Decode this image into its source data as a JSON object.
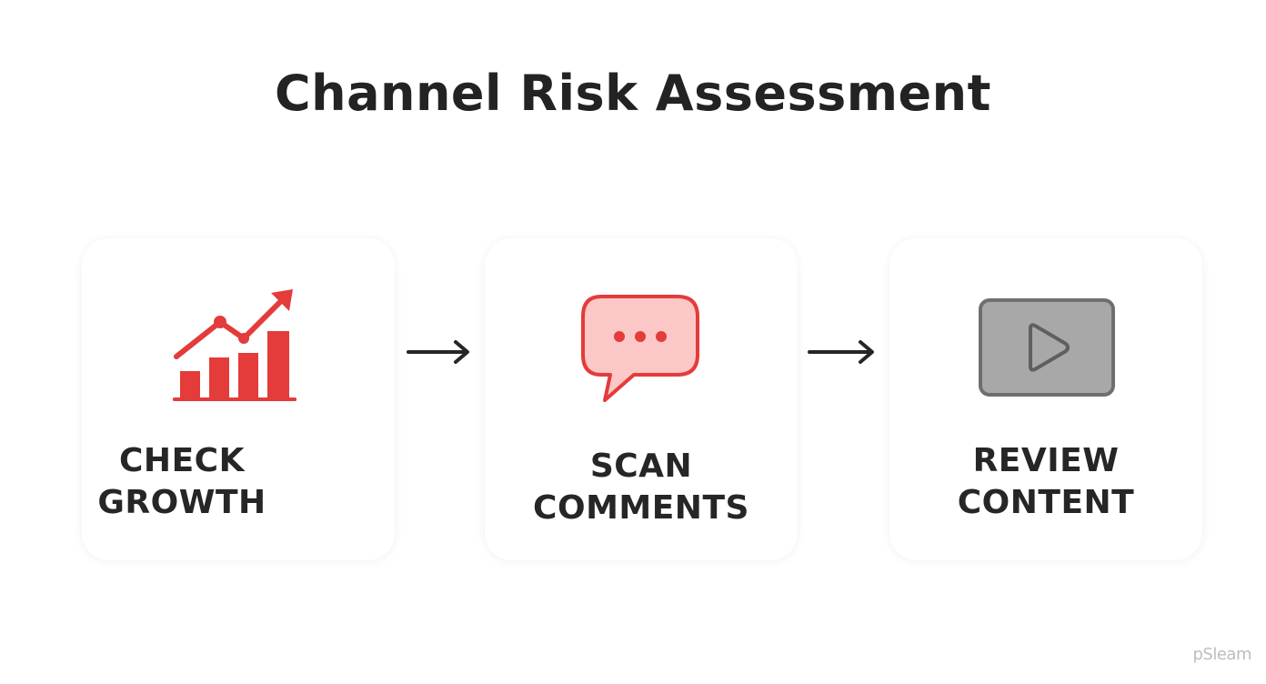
{
  "title": "Channel Risk Assessment",
  "steps": [
    {
      "label_line1": "CHECK",
      "label_line2": "GROWTH",
      "icon": "growth-chart-icon"
    },
    {
      "label_line1": "SCAN",
      "label_line2": "COMMENTS",
      "icon": "chat-bubble-icon"
    },
    {
      "label_line1": "REVIEW",
      "label_line2": "CONTENT",
      "icon": "play-video-icon"
    }
  ],
  "watermark": "pSleam",
  "colors": {
    "accent_red": "#e43b3b",
    "bubble_fill": "#fbc7c7",
    "video_fill": "#a8a8a8",
    "video_stroke": "#6f6f6f",
    "text": "#262626"
  }
}
